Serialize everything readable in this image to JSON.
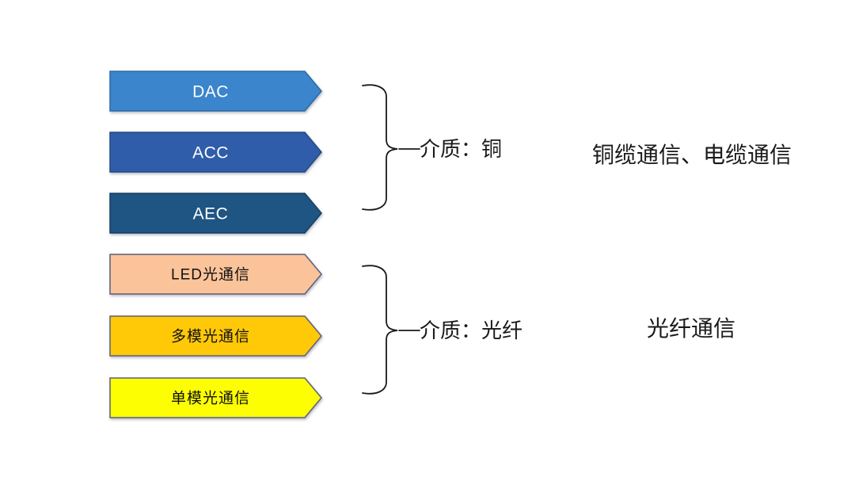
{
  "diagram": {
    "background_color": "#ffffff",
    "line_color": "#1a1a1a",
    "groups": [
      {
        "medium_label": "介质：铜",
        "category_label": "铜缆通信、电缆通信",
        "arrows": [
          {
            "label": "DAC",
            "fill": "#3A85CC",
            "stroke": "#2C6BA6",
            "text_color": "#FFFFFF"
          },
          {
            "label": "ACC",
            "fill": "#2F5DA9",
            "stroke": "#23497F",
            "text_color": "#FFFFFF"
          },
          {
            "label": "AEC",
            "fill": "#1F5583",
            "stroke": "#153F63",
            "text_color": "#FFFFFF"
          }
        ]
      },
      {
        "medium_label": "介质：光纤",
        "category_label": "光纤通信",
        "arrows": [
          {
            "label": "LED光通信",
            "fill": "#FBC399",
            "stroke": "#5C5F7F",
            "text_color": "#111111"
          },
          {
            "label": "多模光通信",
            "fill": "#FFC908",
            "stroke": "#5C5F7F",
            "text_color": "#111111"
          },
          {
            "label": "单模光通信",
            "fill": "#FDFE02",
            "stroke": "#5C5F7F",
            "text_color": "#111111"
          }
        ]
      }
    ]
  }
}
